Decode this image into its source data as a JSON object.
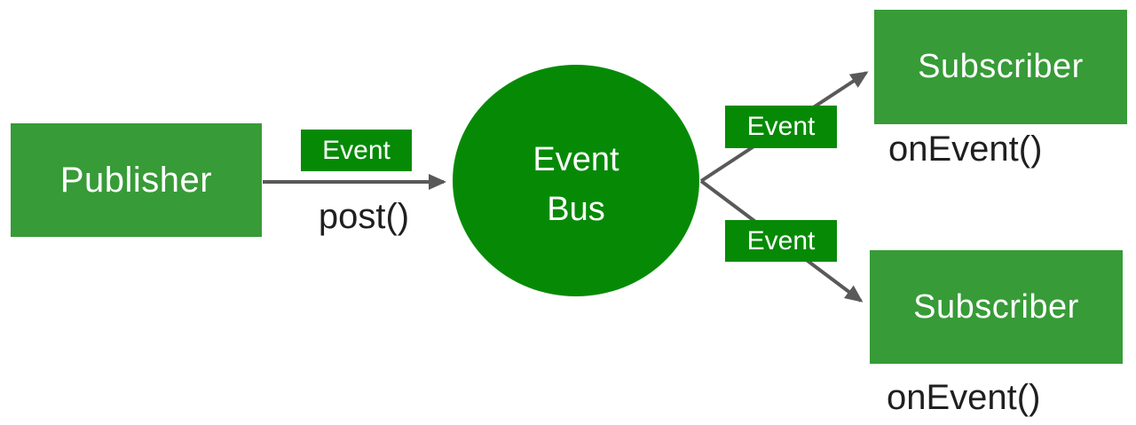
{
  "publisher": {
    "label": "Publisher",
    "method": "post()"
  },
  "bus": {
    "label_line1": "Event",
    "label_line2": "Bus"
  },
  "badges": [
    {
      "label": "Event"
    },
    {
      "label": "Event"
    },
    {
      "label": "Event"
    }
  ],
  "subscribers": [
    {
      "label": "Subscriber",
      "method": "onEvent()"
    },
    {
      "label": "Subscriber",
      "method": "onEvent()"
    }
  ],
  "colors": {
    "box_green": "#379B37",
    "bus_green": "#068A06",
    "arrow_gray": "#595959",
    "label_black": "#1F1F1F",
    "box_text_white": "#FFFFFF"
  }
}
